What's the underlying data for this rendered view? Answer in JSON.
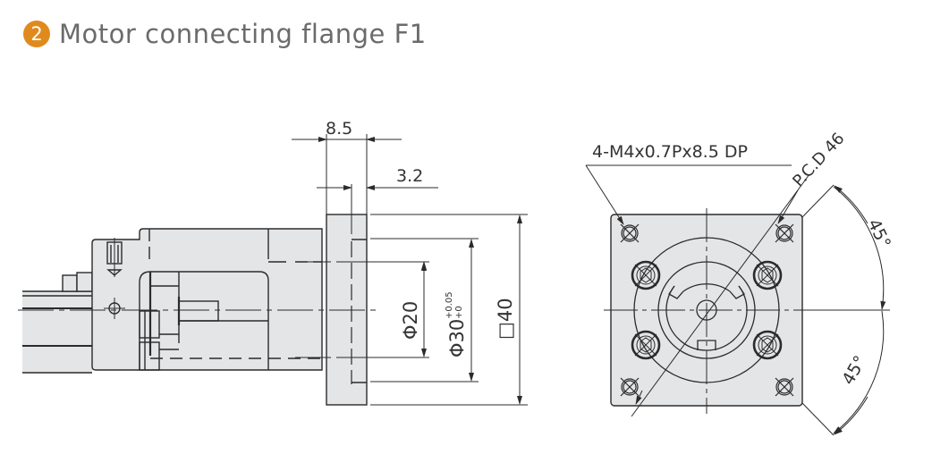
{
  "header": {
    "number": "2",
    "title": "Motor connecting flange F1"
  },
  "colors": {
    "accent": "#e08a1e",
    "title": "#6b6b6b",
    "part_fill": "#e4e5e6",
    "line": "#2b2b2b"
  },
  "side_view": {
    "dim_flange_width": "8.5",
    "dim_spigot_depth": "3.2",
    "dim_bore": "Φ20",
    "dim_pilot": "Φ30",
    "dim_pilot_tol_upper": "+0.05",
    "dim_pilot_tol_lower": "+0",
    "dim_square": "□40"
  },
  "front_view": {
    "tap_callout": "4-M4x0.7Px8.5 DP",
    "pcd": "P.C.D 46",
    "angle_upper": "45°",
    "angle_lower": "45°"
  }
}
